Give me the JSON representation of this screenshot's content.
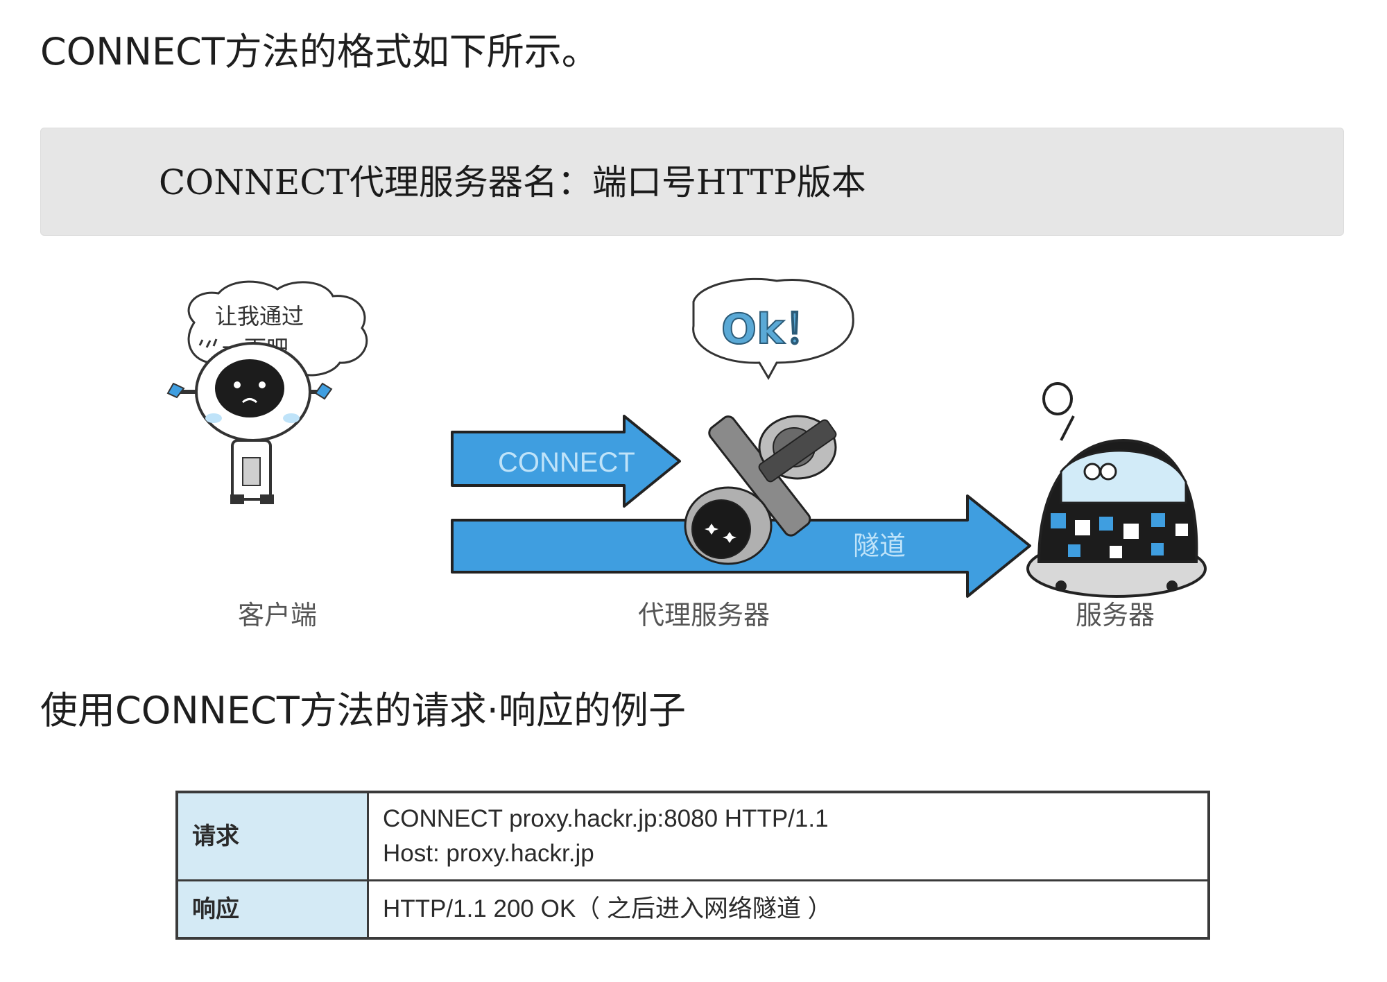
{
  "intro": "CONNECT方法的格式如下所示。",
  "code": "CONNECT代理服务器名：端口号HTTP版本",
  "figure": {
    "client_bubble_line1": "让我通过",
    "client_bubble_line2": "一下吧",
    "proxy_bubble": "Ok！",
    "arrow_connect": "CONNECT",
    "arrow_tunnel": "隧道",
    "client_label": "客户端",
    "proxy_label": "代理服务器",
    "server_label": "服务器",
    "colors": {
      "arrow": "#3f9ee0",
      "arrow_text": "#bfe3f9",
      "bubble_text": "#5aa9d6",
      "outline": "#222222"
    }
  },
  "section_title": "使用CONNECT方法的请求·响应的例子",
  "table": {
    "request_header": "请求",
    "request_line1": "CONNECT proxy.hackr.jp:8080 HTTP/1.1",
    "request_line2": "Host: proxy.hackr.jp",
    "response_header": "响应",
    "response_line": "HTTP/1.1 200 OK（ 之后进入网络隧道 ）"
  }
}
